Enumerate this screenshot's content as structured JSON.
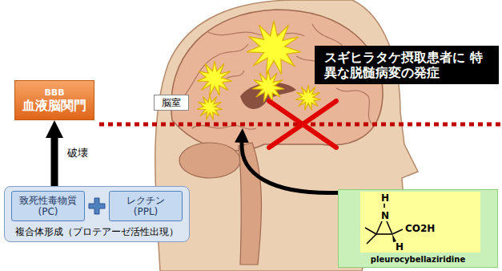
{
  "diagram": {
    "nodes": [
      {
        "text": [
          "BBB",
          "血液脳関門"
        ]
      },
      {
        "text": [
          "脳室"
        ]
      },
      {
        "text": [
          "スギヒラタケ摂取患者に 特異な脱髄病変の発症"
        ]
      },
      {
        "text": [
          "複合体形成（プロテアーゼ活性出現）"
        ]
      },
      {
        "text": [
          "致死性毒物質 (PC)"
        ],
        "in": 3
      },
      {
        "text": [
          "レクチン (PPL)"
        ],
        "in": 3
      },
      {
        "text": [
          "pleurocybellaziridine"
        ]
      }
    ],
    "edges": [
      {
        "from": 3,
        "to": 0,
        "arrow": "to",
        "label": "破壊"
      }
    ],
    "labels": [
      "H",
      "N",
      "CO2H",
      "H"
    ]
  }
}
